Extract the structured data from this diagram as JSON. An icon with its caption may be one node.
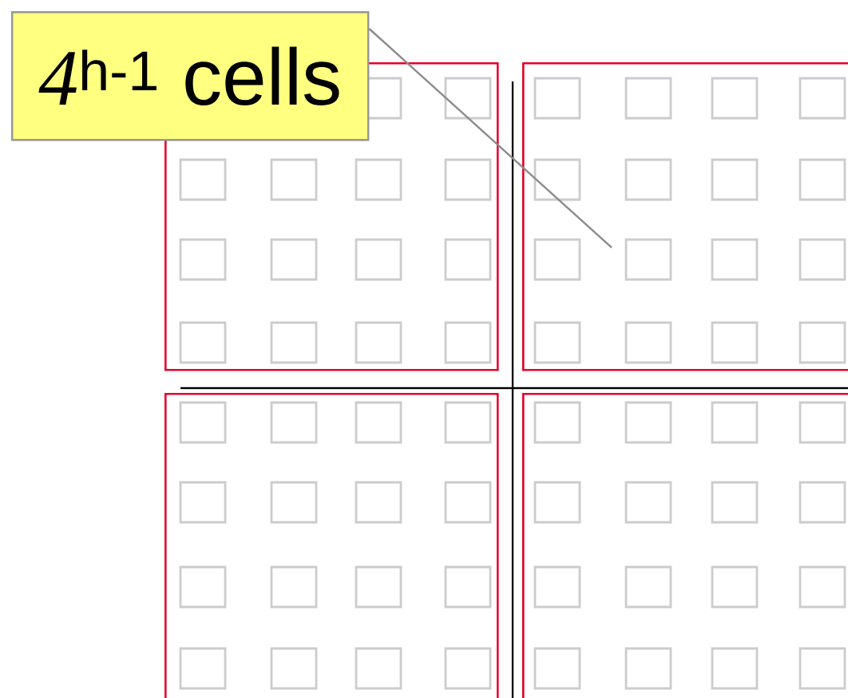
{
  "diagram": {
    "nodes": [
      {
        "text": [
          "*4*$^{h-1}$ cells"
        ]
      },
      {
        "text": [],
        "shape": "box"
      },
      {
        "text": [],
        "shape": "box"
      },
      {
        "text": [],
        "shape": "box"
      },
      {
        "text": [],
        "shape": "box"
      }
    ],
    "edges": [
      {
        "from": 0,
        "to": 2,
        "arrow": "none"
      }
    ]
  }
}
